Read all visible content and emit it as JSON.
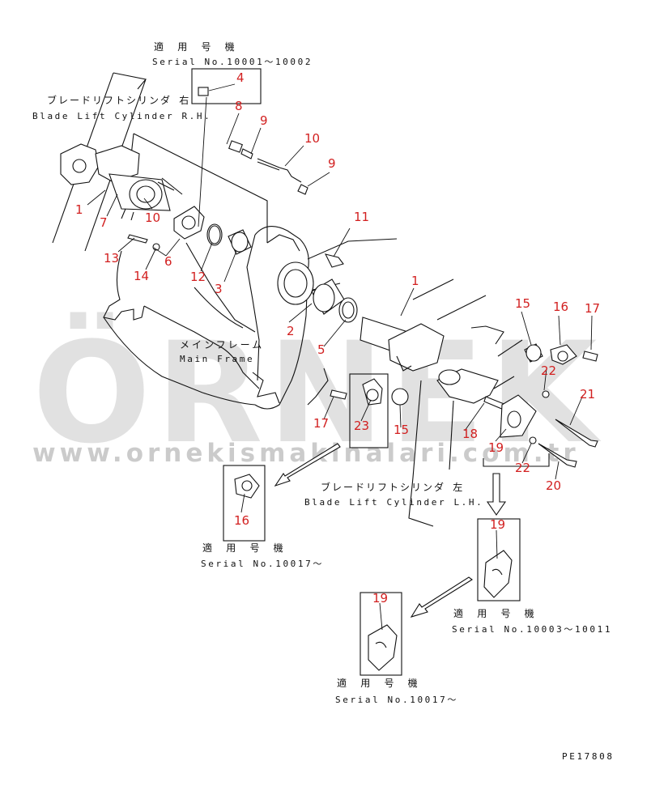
{
  "watermark": {
    "brand": "ÖRNEK",
    "url": "www.ornekismakinalari.com.tr"
  },
  "annotations": {
    "top_applicable_jp": "適 用 号 機",
    "top_serial": "Serial No.10001〜10002",
    "rh_cylinder_jp": "ブレードリフトシリンダ 右",
    "rh_cylinder_en": "Blade Lift Cylinder R.H.",
    "main_frame_jp": "メインフレーム",
    "main_frame_en": "Main Frame",
    "lh_cylinder_jp": "ブレードリフトシリンダ 左",
    "lh_cylinder_en": "Blade Lift Cylinder L.H.",
    "mid_applicable_jp": "適 用 号 機",
    "mid_serial": "Serial No.10017〜",
    "right_applicable_jp": "適 用 号 機",
    "right_serial": "Serial No.10003〜10011",
    "bottom_applicable_jp": "適 用 号 機",
    "bottom_serial": "Serial No.10017〜",
    "drawing_code": "PE17808"
  },
  "part_numbers": [
    {
      "id": "p4",
      "label": "4"
    },
    {
      "id": "p8",
      "label": "8"
    },
    {
      "id": "p9a",
      "label": "9"
    },
    {
      "id": "p10a",
      "label": "10"
    },
    {
      "id": "p9b",
      "label": "9"
    },
    {
      "id": "p1a",
      "label": "1"
    },
    {
      "id": "p7",
      "label": "7"
    },
    {
      "id": "p10b",
      "label": "10"
    },
    {
      "id": "p11",
      "label": "11"
    },
    {
      "id": "p13",
      "label": "13"
    },
    {
      "id": "p6",
      "label": "6"
    },
    {
      "id": "p14",
      "label": "14"
    },
    {
      "id": "p12",
      "label": "12"
    },
    {
      "id": "p3",
      "label": "3"
    },
    {
      "id": "p1b",
      "label": "1"
    },
    {
      "id": "p2",
      "label": "2"
    },
    {
      "id": "p5",
      "label": "5"
    },
    {
      "id": "p15a",
      "label": "15"
    },
    {
      "id": "p16a",
      "label": "16"
    },
    {
      "id": "p17a",
      "label": "17"
    },
    {
      "id": "p22a",
      "label": "22"
    },
    {
      "id": "p21",
      "label": "21"
    },
    {
      "id": "p17b",
      "label": "17"
    },
    {
      "id": "p23",
      "label": "23"
    },
    {
      "id": "p15b",
      "label": "15"
    },
    {
      "id": "p18",
      "label": "18"
    },
    {
      "id": "p19a",
      "label": "19"
    },
    {
      "id": "p22b",
      "label": "22"
    },
    {
      "id": "p20",
      "label": "20"
    },
    {
      "id": "p16b",
      "label": "16"
    },
    {
      "id": "p19b",
      "label": "19"
    },
    {
      "id": "p19c",
      "label": "19"
    }
  ]
}
